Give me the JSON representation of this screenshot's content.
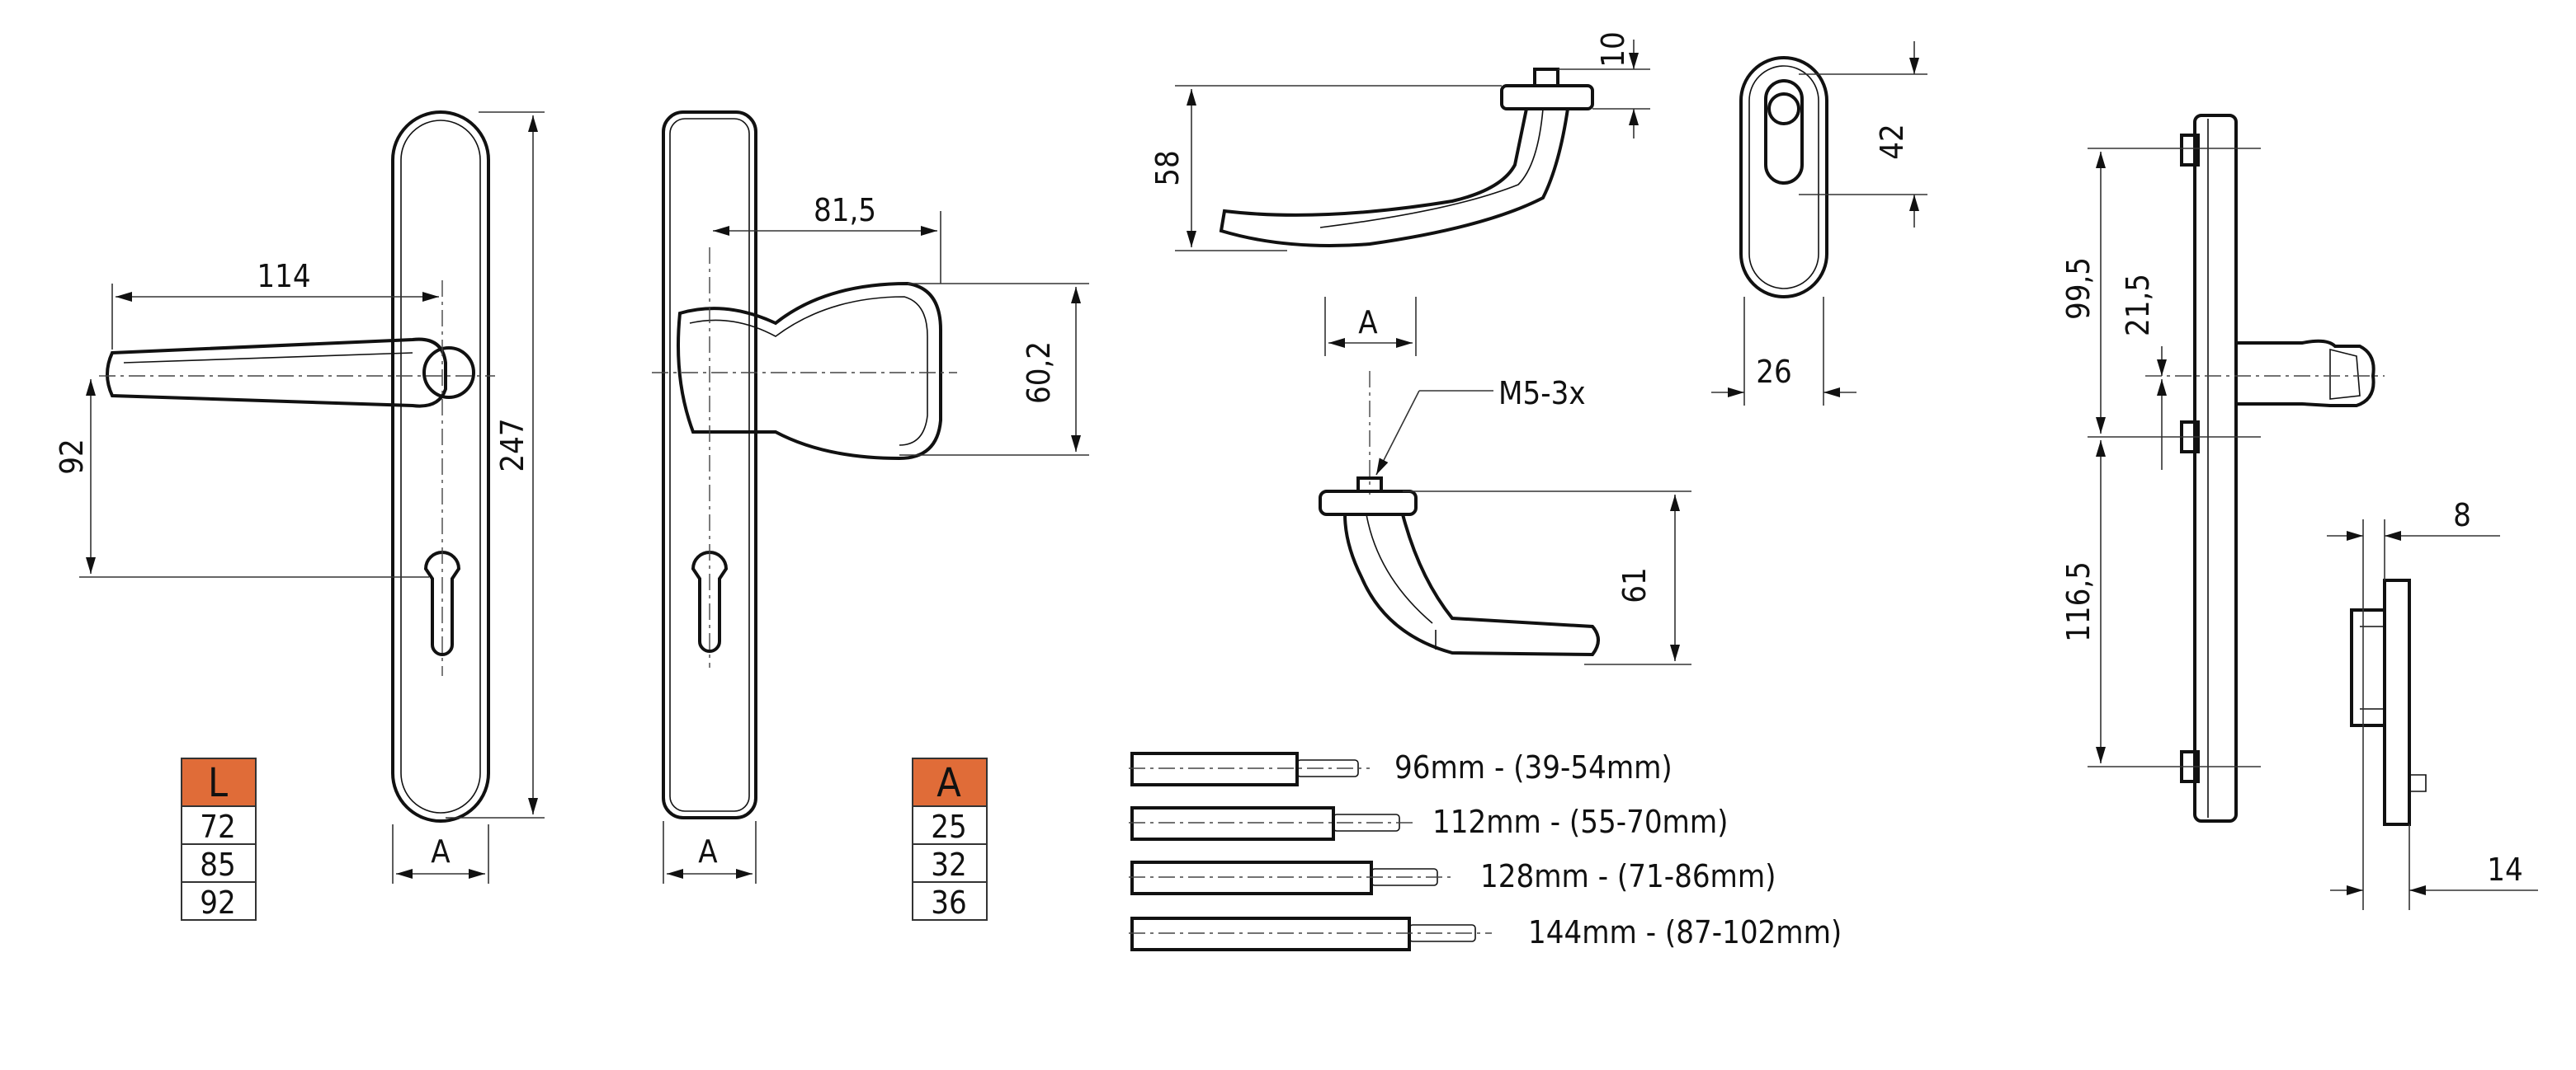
{
  "colors": {
    "table_header": "#e06c38",
    "line": "#111111"
  },
  "front_view_lever": {
    "dims": {
      "handle_length": "114",
      "spindle_to_cylinder": "92",
      "plate_height": "247",
      "plate_width": "A"
    }
  },
  "table_L": {
    "header": "L",
    "rows": [
      "72",
      "85",
      "92"
    ]
  },
  "front_view_knob": {
    "dims": {
      "knob_projection": "81,5",
      "knob_height": "60,2",
      "plate_width": "A"
    }
  },
  "table_A": {
    "header": "A",
    "rows": [
      "25",
      "32",
      "36"
    ]
  },
  "lever_side": {
    "dims": {
      "height": "58",
      "rose_height": "10"
    }
  },
  "escutcheon": {
    "dims": {
      "cylinder_offset": "42",
      "width": "26"
    }
  },
  "lever_top": {
    "dims": {
      "width": "A",
      "thread": "M5-3x",
      "height": "61"
    }
  },
  "spindles": [
    {
      "label": "96mm - (39-54mm)"
    },
    {
      "label": "112mm - (55-70mm)"
    },
    {
      "label": "128mm - (71-86mm)"
    },
    {
      "label": "144mm - (87-102mm)"
    }
  ],
  "side_view": {
    "dims": {
      "top": "99,5",
      "handle_offset": "21,5",
      "bottom": "116,5",
      "plate_thickness": "8",
      "depth": "14"
    }
  }
}
